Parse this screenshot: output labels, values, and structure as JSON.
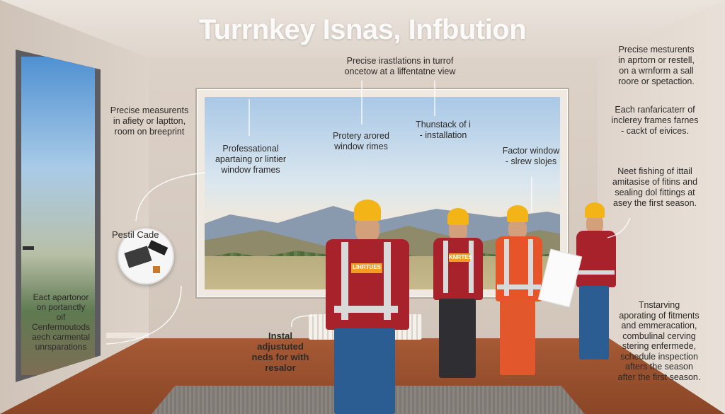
{
  "title": "Turrnkey Isnas, Infbution",
  "annotations": {
    "top_center": [
      "Precise irastlations in turrof",
      "oncetow at a liffentatne view"
    ],
    "top_right": [
      "Precise mesturents",
      "in aprtorn or restell,",
      "on a wrnform a sall",
      "roore or spetaction."
    ],
    "left_top": [
      "Precise measurents",
      "in afiety or laptton,",
      "room on breeprint"
    ],
    "window_left": [
      "Professational",
      "apartaing or lintier",
      "window frames"
    ],
    "window_mid": [
      "Protery arored",
      "window rimes"
    ],
    "window_right_top": [
      "Thunstack of i",
      "- installation"
    ],
    "window_right": [
      "Factor window",
      "- slrew slojes"
    ],
    "right_mid": [
      "Each ranfaricaterr of",
      "inclerey frames farnes",
      "- cackt of eivices."
    ],
    "right_lower": [
      "Neet fishing of ittail",
      "amitasise of fitins and",
      "sealing dol fittings at",
      "asey the first season."
    ],
    "tools_label": "Pestil Cade",
    "left_bottom": [
      "Eact apartonor",
      "on portanctly",
      "oif",
      "Cenfermoutods",
      "aech carmental",
      "unrsparations"
    ],
    "center_bottom": [
      "Instal",
      "adjustuted",
      "neds for with",
      "resalor"
    ],
    "right_bottom": [
      "Tnstarving",
      "aporating of fitments",
      "and emmeracation,",
      "combulinal cerving",
      "stering enfermede,",
      "schedule inspection",
      "afters the season",
      "after the first season."
    ]
  },
  "workers": [
    {
      "vest_label": "LIHRTUES"
    },
    {
      "vest_label": "KNRTES"
    }
  ],
  "colors": {
    "helmet": "#f2b416",
    "vest_red": "#a8222c",
    "vest_orange": "#e8542a",
    "title": "#fbfaf8"
  }
}
